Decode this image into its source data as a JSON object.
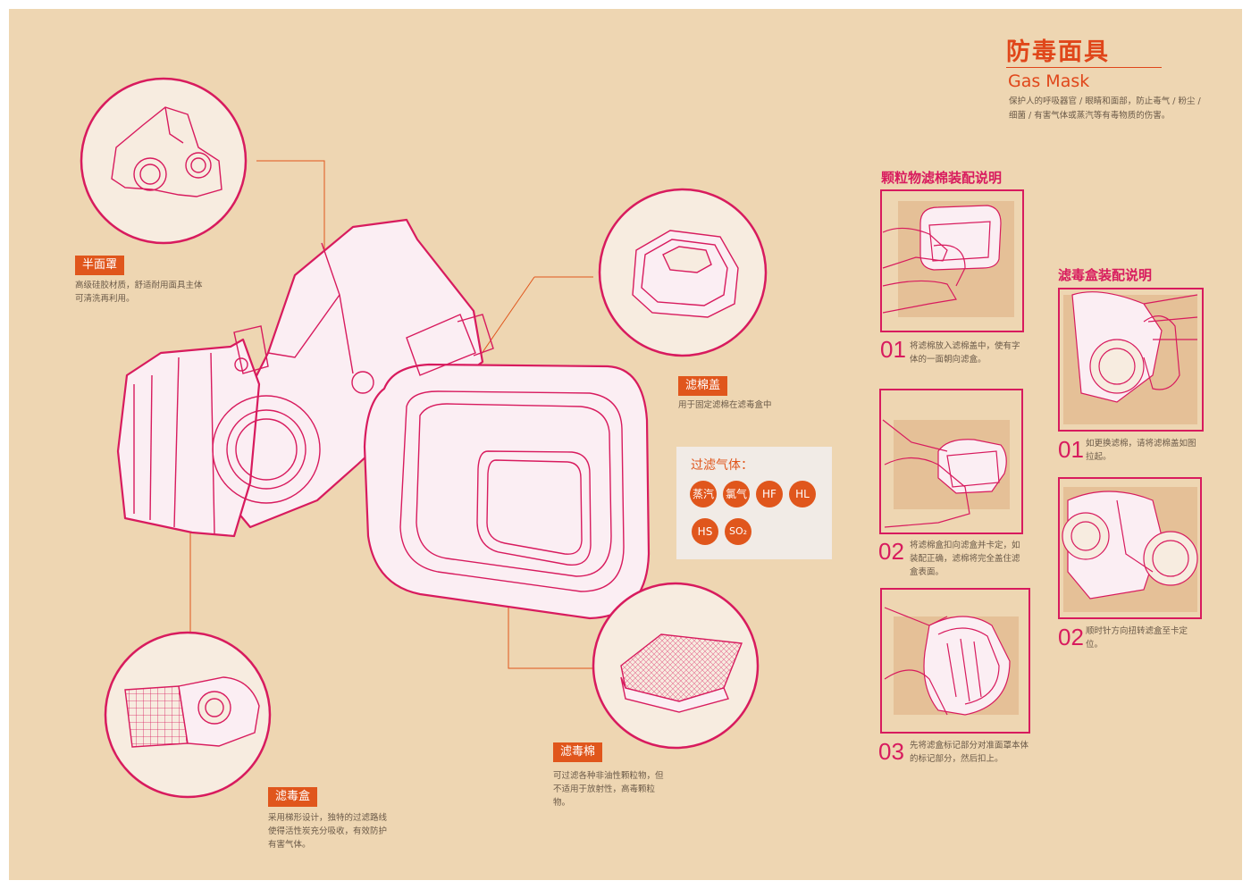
{
  "header": {
    "title_cn": "防毒面具",
    "title_en": "Gas Mask",
    "intro": "保护人的呼吸器官 / 眼睛和面部，防止毒气 / 粉尘 / 细菌 / 有害气体或蒸汽等有毒物质的伤害。"
  },
  "parts": {
    "half_mask": {
      "label": "半面罩",
      "desc": "高级硅胶材质，舒适耐用面具主体可清洗再利用。"
    },
    "filter_cap": {
      "label": "滤棉盖",
      "desc": "用于固定滤棉在滤毒盒中"
    },
    "cartridge": {
      "label": "滤毒盒",
      "desc": "采用梯形设计，独特的过滤路线使得活性炭充分吸收，有效防护有害气体。"
    },
    "filter_cotton": {
      "label": "滤毒棉",
      "desc": "可过滤各种非油性颗粒物，但不适用于放射性，高毒颗粒物。"
    }
  },
  "gases": {
    "title": "过滤气体：",
    "items": [
      "蒸汽",
      "氯气",
      "HF",
      "HL",
      "HS",
      "SO₂"
    ]
  },
  "particulate_guide": {
    "title": "颗粒物滤棉装配说明",
    "steps": [
      {
        "num": "01",
        "text": "将滤棉放入滤棉盖中，使有字体的一面朝向滤盒。"
      },
      {
        "num": "02",
        "text": "将滤棉盒扣向滤盒并卡定，如装配正确，滤棉将完全盖住滤盒表面。"
      },
      {
        "num": "03",
        "text": "先将滤盒标记部分对准面罩本体的标记部分，然后扣上。"
      }
    ]
  },
  "cartridge_guide": {
    "title": "滤毒盒装配说明",
    "steps": [
      {
        "num": "01",
        "text": "如更换滤棉，请将滤棉盖如图拉起。"
      },
      {
        "num": "02",
        "text": "顺时针方向扭转滤盒至卡定位。"
      }
    ]
  },
  "colors": {
    "background": "#eed6b2",
    "magenta": "#d81b5e",
    "orange": "#e0561c"
  }
}
